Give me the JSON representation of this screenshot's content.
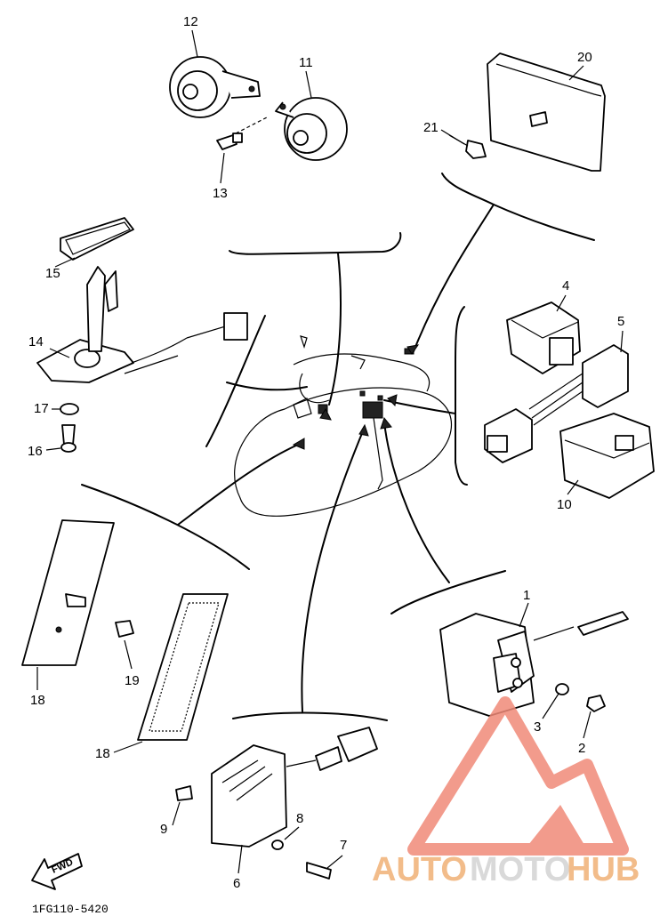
{
  "callouts": [
    "1",
    "2",
    "3",
    "4",
    "5",
    "6",
    "7",
    "8",
    "9",
    "10",
    "11",
    "12",
    "13",
    "14",
    "15",
    "16",
    "17",
    "18",
    "18",
    "19",
    "20",
    "21"
  ],
  "figure_code": "1FG110-5420",
  "fwd_label": "FWD",
  "watermark": {
    "part1": "AUTO",
    "part2": "MOTO",
    "part3": "HUB",
    "accent_color": "#f08a78",
    "secondary_color": "#d9d9d9"
  }
}
